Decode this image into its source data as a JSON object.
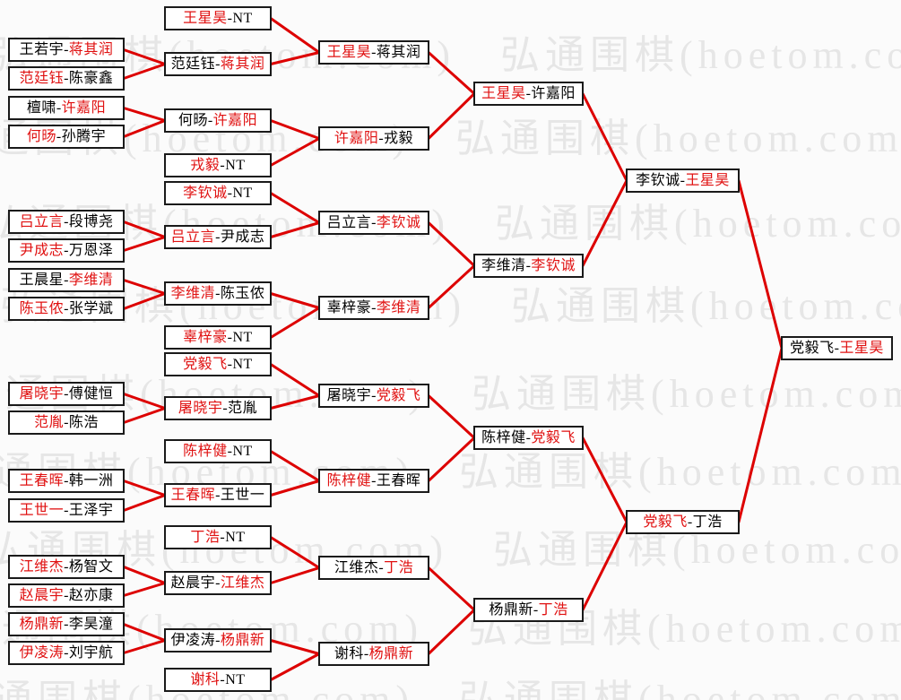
{
  "page": {
    "bg": "#fbfbfb"
  },
  "watermark": {
    "text": "弘通围棋(hoetom.com)",
    "color": "#e6e6e6"
  },
  "colors": {
    "line": "#dd0000",
    "winner_text": "#e01111",
    "player_text": "#000000",
    "box_border": "#1a1a1a",
    "box_bg": "#ffffff"
  },
  "separator": "-",
  "bracket": {
    "rounds": [
      {
        "matches": [
          {
            "p1": "王若宇",
            "p2": "蒋其润",
            "winner": 2
          },
          {
            "p1": "范廷钰",
            "p2": "陈豪鑫",
            "winner": 1
          },
          {
            "p1": "檀啸",
            "p2": "许嘉阳",
            "winner": 2
          },
          {
            "p1": "何旸",
            "p2": "孙腾宇",
            "winner": 1
          },
          {
            "p1": "吕立言",
            "p2": "段博尧",
            "winner": 1
          },
          {
            "p1": "尹成志",
            "p2": "万恩泽",
            "winner": 1
          },
          {
            "p1": "王晨星",
            "p2": "李维清",
            "winner": 2
          },
          {
            "p1": "陈玉侬",
            "p2": "张学斌",
            "winner": 1
          },
          {
            "p1": "屠晓宇",
            "p2": "傅健恒",
            "winner": 1
          },
          {
            "p1": "范胤",
            "p2": "陈浩",
            "winner": 1
          },
          {
            "p1": "王春晖",
            "p2": "韩一洲",
            "winner": 1
          },
          {
            "p1": "王世一",
            "p2": "王泽宇",
            "winner": 1
          },
          {
            "p1": "江维杰",
            "p2": "杨智文",
            "winner": 1
          },
          {
            "p1": "赵晨宇",
            "p2": "赵亦康",
            "winner": 1
          },
          {
            "p1": "杨鼎新",
            "p2": "李昊潼",
            "winner": 1
          },
          {
            "p1": "伊凌涛",
            "p2": "刘宇航",
            "winner": 1
          }
        ]
      },
      {
        "matches": [
          {
            "p1": "王星昊",
            "p2": "NT",
            "winner": 1
          },
          {
            "p1": "范廷钰",
            "p2": "蒋其润",
            "winner": 2
          },
          {
            "p1": "何旸",
            "p2": "许嘉阳",
            "winner": 2
          },
          {
            "p1": "戎毅",
            "p2": "NT",
            "winner": 1
          },
          {
            "p1": "李钦诚",
            "p2": "NT",
            "winner": 1
          },
          {
            "p1": "吕立言",
            "p2": "尹成志",
            "winner": 1
          },
          {
            "p1": "李维清",
            "p2": "陈玉侬",
            "winner": 1
          },
          {
            "p1": "辜梓豪",
            "p2": "NT",
            "winner": 1
          },
          {
            "p1": "党毅飞",
            "p2": "NT",
            "winner": 1
          },
          {
            "p1": "屠晓宇",
            "p2": "范胤",
            "winner": 1
          },
          {
            "p1": "陈梓健",
            "p2": "NT",
            "winner": 1
          },
          {
            "p1": "王春晖",
            "p2": "王世一",
            "winner": 1
          },
          {
            "p1": "丁浩",
            "p2": "NT",
            "winner": 1
          },
          {
            "p1": "赵晨宇",
            "p2": "江维杰",
            "winner": 2
          },
          {
            "p1": "伊凌涛",
            "p2": "杨鼎新",
            "winner": 2
          },
          {
            "p1": "谢科",
            "p2": "NT",
            "winner": 1
          }
        ]
      },
      {
        "matches": [
          {
            "p1": "王星昊",
            "p2": "蒋其润",
            "winner": 1
          },
          {
            "p1": "许嘉阳",
            "p2": "戎毅",
            "winner": 1
          },
          {
            "p1": "吕立言",
            "p2": "李钦诚",
            "winner": 2
          },
          {
            "p1": "辜梓豪",
            "p2": "李维清",
            "winner": 2
          },
          {
            "p1": "屠晓宇",
            "p2": "党毅飞",
            "winner": 2
          },
          {
            "p1": "陈梓健",
            "p2": "王春晖",
            "winner": 1
          },
          {
            "p1": "江维杰",
            "p2": "丁浩",
            "winner": 2
          },
          {
            "p1": "谢科",
            "p2": "杨鼎新",
            "winner": 2
          }
        ]
      },
      {
        "matches": [
          {
            "p1": "王星昊",
            "p2": "许嘉阳",
            "winner": 1
          },
          {
            "p1": "李维清",
            "p2": "李钦诚",
            "winner": 2
          },
          {
            "p1": "陈梓健",
            "p2": "党毅飞",
            "winner": 2
          },
          {
            "p1": "杨鼎新",
            "p2": "丁浩",
            "winner": 2
          }
        ]
      },
      {
        "matches": [
          {
            "p1": "李钦诚",
            "p2": "王星昊",
            "winner": 2
          },
          {
            "p1": "党毅飞",
            "p2": "丁浩",
            "winner": 1
          }
        ]
      },
      {
        "matches": [
          {
            "p1": "党毅飞",
            "p2": "王星昊",
            "winner": 2
          }
        ]
      }
    ]
  }
}
